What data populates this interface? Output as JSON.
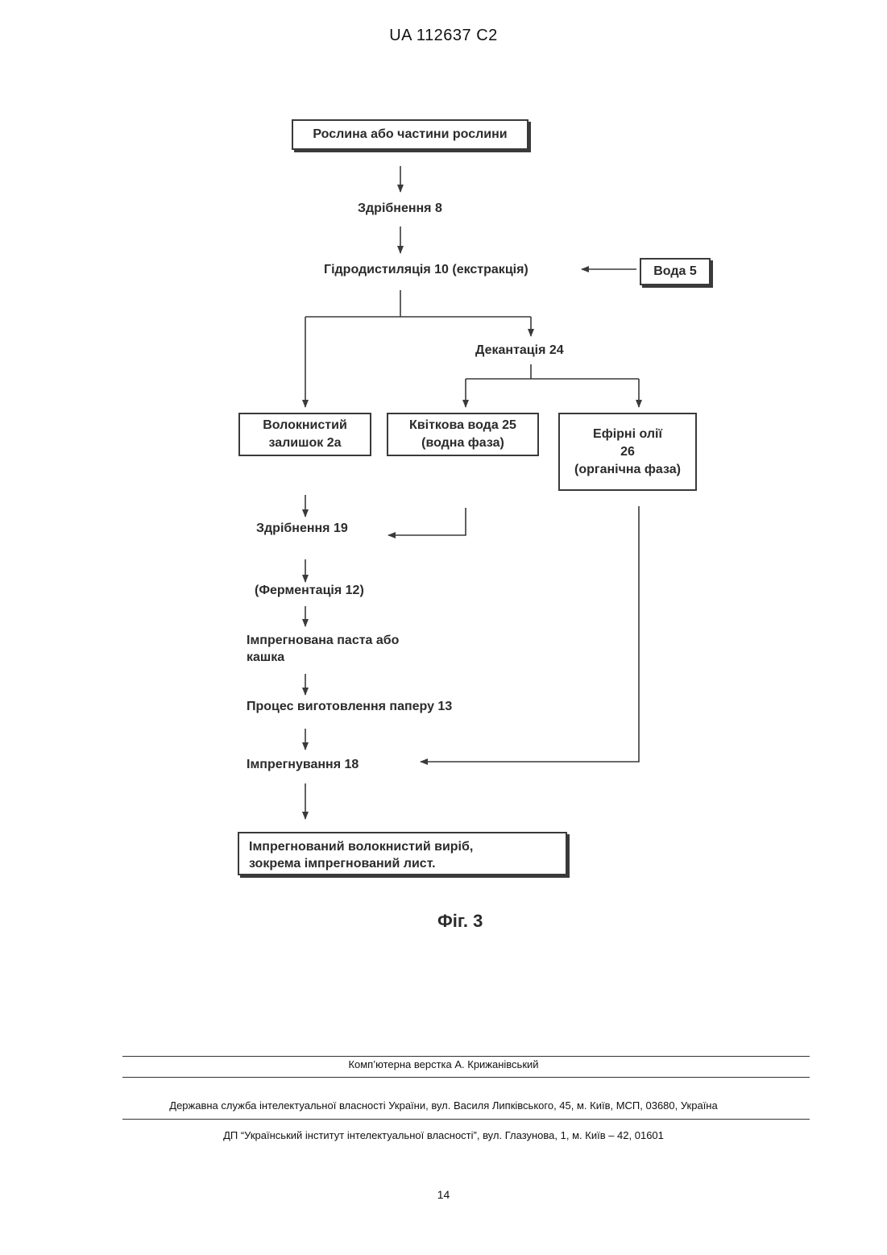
{
  "header": {
    "doc_number": "UA   112637   C2"
  },
  "diagram": {
    "plant_box": "Рослина або частини рослини",
    "step_grinding_8": "Здрібнення 8",
    "step_hydrodistillation": "Гідродистиляція 10 (екстракція)",
    "water_box": "Вода 5",
    "step_decantation": "Декантація 24",
    "fibrous_residue": [
      "Волокнистий",
      "залишок 2а"
    ],
    "floral_water": [
      "Квіткова вода 25",
      "(водна фаза)"
    ],
    "essential_oils": [
      "Ефірні олії",
      "26",
      "(органічна фаза)"
    ],
    "step_grinding_19": "Здрібнення 19",
    "step_fermentation": "(Ферментація 12)",
    "impregnated_paste": [
      "Імпрегнована паста або",
      "кашка"
    ],
    "paper_process": "Процес виготовлення паперу 13",
    "impregnation": "Імпрегнування 18",
    "final_product": [
      "Імпрегнований волокнистий виріб,",
      "зокрема імпрегнований лист."
    ]
  },
  "caption": "Фіг. 3",
  "footer": {
    "layout_credit": "Комп’ютерна верстка А. Крижанівський",
    "agency": "Державна служба інтелектуальної власності України, вул. Василя Липківського, 45, м. Київ, МСП, 03680, Україна",
    "institute": "ДП “Український інститут інтелектуальної власності”, вул. Глазунова, 1, м. Київ – 42, 01601"
  },
  "page_number": "14"
}
